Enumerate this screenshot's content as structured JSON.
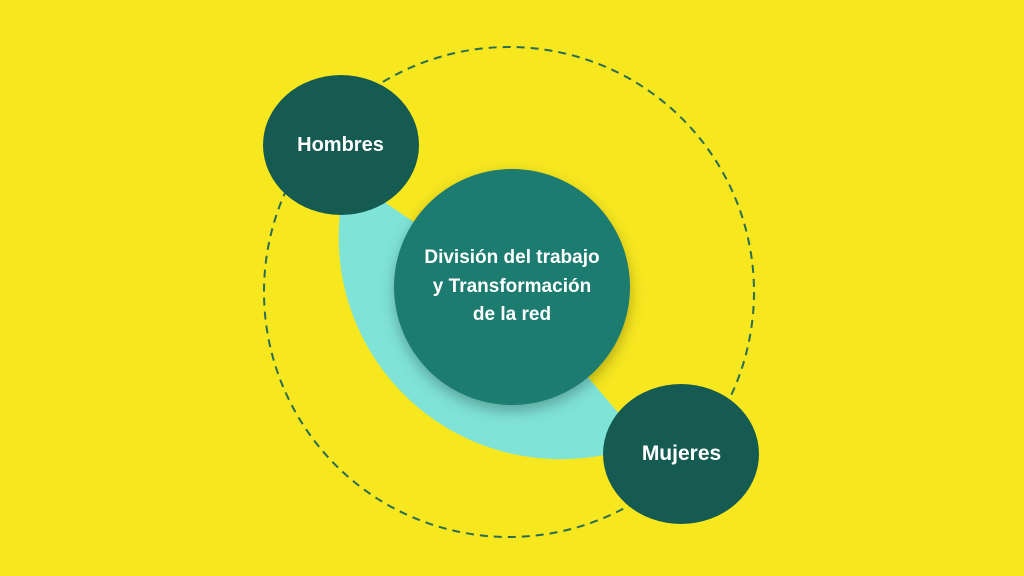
{
  "colors": {
    "background": "#f6e71f",
    "arc": "#7fe3d8",
    "center_circle": "#1b7b70",
    "side_circles": "#155b52",
    "dashed_orbit": "#2a6d55",
    "text": "#ffffff"
  },
  "nodes": {
    "top": {
      "label": "Hombres"
    },
    "bottom": {
      "label": "Mujeres"
    },
    "center": {
      "lines": [
        "División del trabajo",
        "y Transformación",
        "de la red"
      ]
    }
  }
}
